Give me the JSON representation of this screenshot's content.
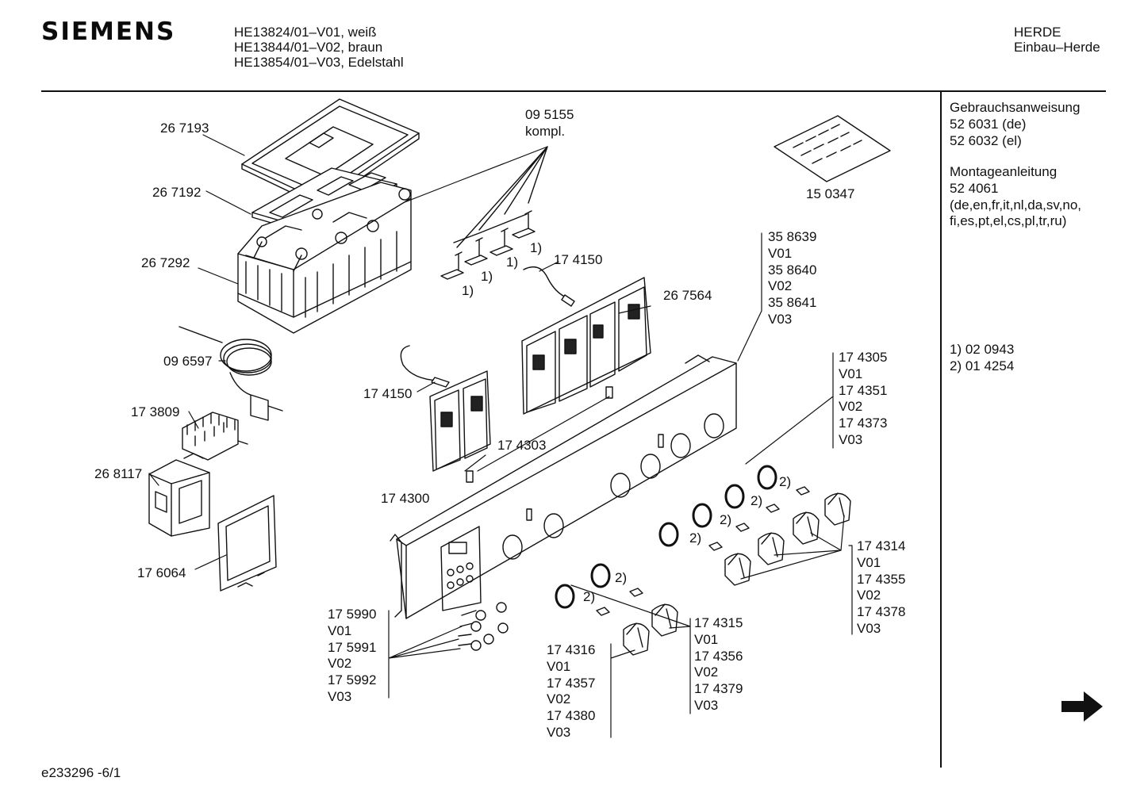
{
  "header": {
    "brand": "SIEMENS",
    "models": [
      "HE13824/01–V01, weiß",
      "HE13844/01–V02, braun",
      "HE13854/01–V03, Edelstahl"
    ],
    "category": "HERDE",
    "subcategory": "Einbau–Herde"
  },
  "sidebar": {
    "manual_title": "Gebrauchsanweisung",
    "manual_numbers": [
      "52 6031 (de)",
      "52 6032 (el)"
    ],
    "assembly_title": "Montageanleitung",
    "assembly_lines": [
      "52 4061",
      "(de,en,fr,it,nl,da,sv,no,",
      "fi,es,pt,el,cs,pl,tr,ru)"
    ],
    "footnotes": [
      "1)  02 0943",
      "2)  01 4254"
    ],
    "next_arrow_icon": "arrow-right-icon"
  },
  "parts": {
    "p267193": "26 7193",
    "p267192": "26 7192",
    "p267292": "26 7292",
    "p096597": "09 6597",
    "p173809": "17 3809",
    "p268117": "26 8117",
    "p176064": "17 6064",
    "p095155": "09 5155",
    "kompl": "kompl.",
    "p174150a": "17 4150",
    "p174150b": "17 4150",
    "p267564": "26 7564",
    "p174303": "17 4303",
    "p174300": "17 4300",
    "p150347": "15 0347",
    "fn1": "1)",
    "fn2": "2)"
  },
  "part_lists": {
    "panel": [
      "35 8639",
      "V01",
      "35 8640",
      "V02",
      "35 8641",
      "V03"
    ],
    "ring": [
      "17 4305",
      "V01",
      "17 4351",
      "V02",
      "17 4373",
      "V03"
    ],
    "knob_large": [
      "17 4314",
      "V01",
      "17 4355",
      "V02",
      "17 4378",
      "V03"
    ],
    "button": [
      "17 5990",
      "V01",
      "17 5991",
      "V02",
      "17 5992",
      "V03"
    ],
    "knob_left": [
      "17 4316",
      "V01",
      "17 4357",
      "V02",
      "17 4380",
      "V03"
    ],
    "knob_mid": [
      "17 4315",
      "V01",
      "17 4356",
      "V02",
      "17 4379",
      "V03"
    ]
  },
  "footer": {
    "doc_id": "e233296 -6/1"
  }
}
